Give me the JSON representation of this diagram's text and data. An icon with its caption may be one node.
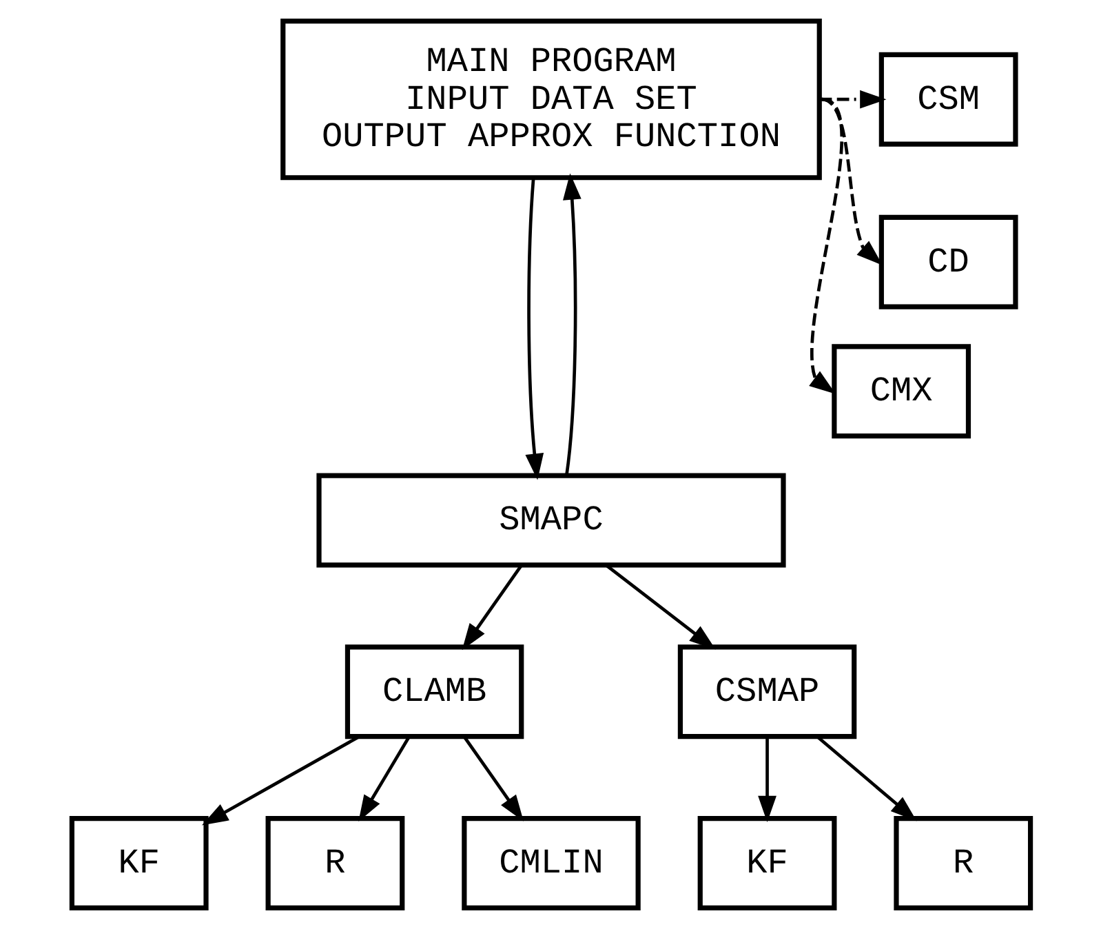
{
  "diagram": {
    "nodes": [
      {
        "text": [
          "MAIN PROGRAM",
          "INPUT DATA SET",
          "OUTPUT APPROX FUNCTION"
        ]
      },
      {
        "text": [
          "CSM"
        ]
      },
      {
        "text": [
          "CD"
        ]
      },
      {
        "text": [
          "CMX"
        ]
      },
      {
        "text": [
          "SMAPC"
        ]
      },
      {
        "text": [
          "CLAMB"
        ]
      },
      {
        "text": [
          "CSMAP"
        ]
      },
      {
        "text": [
          "R"
        ]
      },
      {
        "text": [
          "CMLIN"
        ]
      },
      {
        "text": [
          "KF"
        ]
      },
      {
        "text": [
          "R"
        ]
      },
      {
        "text": [
          "KF"
        ]
      }
    ],
    "edges": [
      {
        "from": 0,
        "to": 1,
        "arrow": "to",
        "style": "dashed"
      },
      {
        "from": 0,
        "to": 2,
        "arrow": "to",
        "style": "dashed"
      },
      {
        "from": 0,
        "to": 3,
        "arrow": "to",
        "style": "dashed"
      },
      {
        "from": 0,
        "to": 4,
        "arrow": "to"
      },
      {
        "from": 4,
        "to": 0,
        "arrow": "to"
      },
      {
        "from": 4,
        "to": 5,
        "arrow": "to"
      },
      {
        "from": 4,
        "to": 6,
        "arrow": "to"
      },
      {
        "from": 5,
        "to": 7,
        "arrow": "to"
      },
      {
        "from": 5,
        "to": 8,
        "arrow": "to"
      },
      {
        "from": 5,
        "to": 9,
        "arrow": "to"
      },
      {
        "from": 6,
        "to": 10,
        "arrow": "to"
      },
      {
        "from": 6,
        "to": 11,
        "arrow": "to"
      }
    ]
  }
}
